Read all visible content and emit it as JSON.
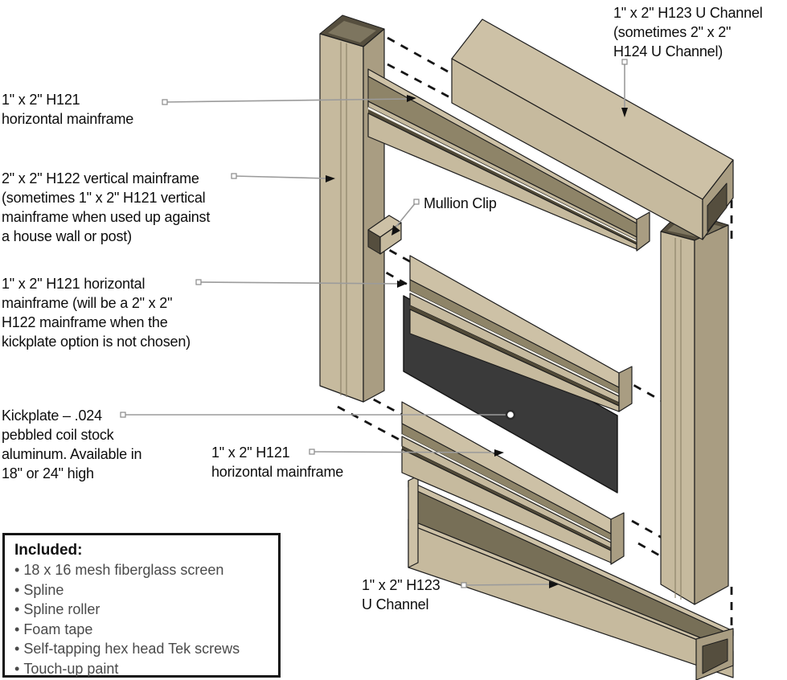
{
  "labels": {
    "u_channel_top": {
      "text": "1\" x 2\" H123 U Channel\n(sometimes 2\" x 2\"\nH124 U Channel)"
    },
    "h121_top": {
      "text": "1\" x 2\" H121\nhorizontal mainframe"
    },
    "h122_vertical": {
      "text": "2\" x 2\" H122 vertical mainframe\n(sometimes 1\" x 2\" H121 vertical\nmainframe when used up against\na house wall or post)"
    },
    "mullion_clip": {
      "text": "Mullion Clip"
    },
    "h121_middle": {
      "text": "1\" x 2\" H121 horizontal\nmainframe (will be a 2\" x 2\"\nH122 mainframe when the\nkickplate option is not chosen)"
    },
    "kickplate": {
      "text": "Kickplate – .024\npebbled coil stock\naluminum. Available in\n18\" or 24\" high"
    },
    "h121_bottom": {
      "text": "1\" x 2\" H121\nhorizontal mainframe"
    },
    "u_channel_bottom": {
      "text": "1\" x 2\" H123\nU Channel"
    }
  },
  "included": {
    "title": "Included:",
    "items": [
      "18 x 16 mesh fiberglass screen",
      "Spline",
      "Spline roller",
      "Foam tape",
      "Self-tapping hex head Tek screws",
      "Touch-up paint"
    ]
  },
  "colors": {
    "face_top": "#cdc1a6",
    "face_front": "#c6ba9e",
    "face_side": "#a99d82",
    "rail_interior": "#8e8468",
    "channel_interior": "#776f57",
    "shadow_dark": "#554e3e",
    "rim": "#7d755f",
    "lip_dark": "#514a38",
    "spline_white": "#f4f1e9",
    "kickplate": "#3a3a3a",
    "outline": "#1d1d1d",
    "dash": "#151515",
    "leader": "#9b9b9b",
    "groove": "#8a7f66",
    "text": "#0d0d0d",
    "list_text": "#4a4a4a",
    "background": "#ffffff"
  }
}
